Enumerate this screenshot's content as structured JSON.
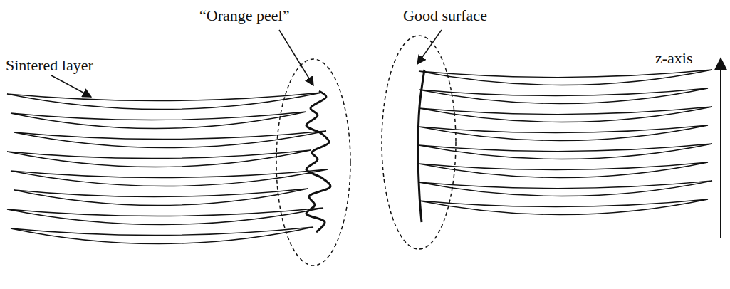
{
  "diagram": {
    "labels": [
      "Sintered layer",
      "“Orange peel”",
      "Good surface",
      "z-axis"
    ]
  }
}
